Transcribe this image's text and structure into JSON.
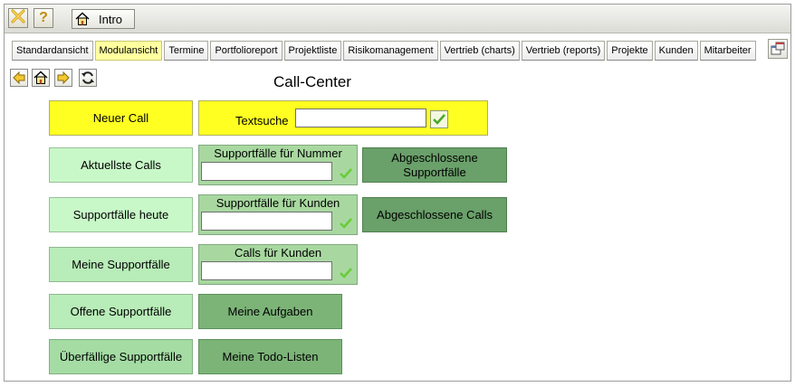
{
  "toolbar": {
    "close_icon": "close-x-icon",
    "help_label": "?",
    "intro_label": "Intro"
  },
  "tabs": [
    {
      "label": "Standardansicht",
      "active": false
    },
    {
      "label": "Modulansicht",
      "active": true
    },
    {
      "label": "Termine",
      "active": false
    },
    {
      "label": "Portfolioreport",
      "active": false
    },
    {
      "label": "Projektliste",
      "active": false
    },
    {
      "label": "Risikomanagement",
      "active": false
    },
    {
      "label": "Vertrieb (charts)",
      "active": false
    },
    {
      "label": "Vertrieb (reports)",
      "active": false
    },
    {
      "label": "Projekte",
      "active": false
    },
    {
      "label": "Kunden",
      "active": false
    },
    {
      "label": "Mitarbeiter",
      "active": false
    }
  ],
  "page": {
    "title": "Call-Center"
  },
  "buttons": {
    "neuer_call": "Neuer Call",
    "aktuellste_calls": "Aktuellste Calls",
    "supportfaelle_heute": "Supportfälle heute",
    "meine_supportfaelle": "Meine Supportfälle",
    "offene_supportfaelle": "Offene Supportfälle",
    "ueberfaellige_supportfaelle": "Überfällige Supportfälle",
    "abgeschlossene_supportfaelle": "Abgeschlossene Supportfälle",
    "abgeschlossene_calls": "Abgeschlossene Calls",
    "meine_aufgaben": "Meine Aufgaben",
    "meine_todo_listen": "Meine Todo-Listen"
  },
  "search": {
    "textsuche_label": "Textsuche",
    "textsuche_value": "",
    "nummer_label": "Supportfälle für Nummer",
    "nummer_value": "",
    "kunden_label": "Supportfälle für Kunden",
    "kunden_value": "",
    "calls_kunden_label": "Calls für Kunden",
    "calls_kunden_value": ""
  },
  "colors": {
    "yellow": "#ffff22",
    "pale_green": "#c8f8c8",
    "mid_green": "#a8d8a0",
    "dark_green": "#6aa06a",
    "active_tab": "#ffffa0"
  }
}
